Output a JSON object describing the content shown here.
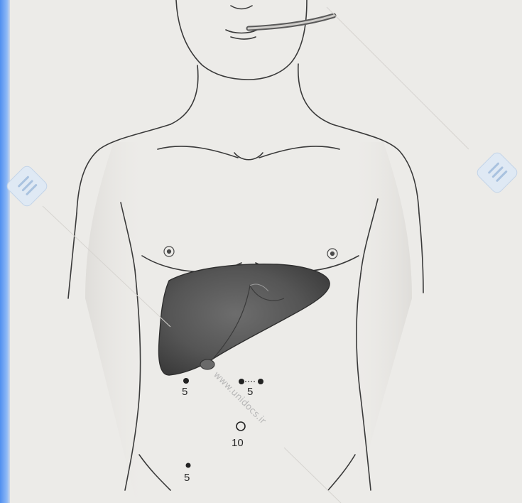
{
  "illustration": {
    "subject": "anatomical drawing of male torso with liver and laparoscopic port sites",
    "ports": [
      {
        "label": "5"
      },
      {
        "label": "5"
      },
      {
        "label": "10"
      },
      {
        "label": "5"
      }
    ],
    "watermark": {
      "text": "www.unidocs.ir",
      "logo": "unidocs-logo-icon"
    },
    "colors": {
      "liver": "#5e5e5e",
      "paper": "#ecebe8",
      "ink": "#3a3a3a",
      "frame": "#4f8ff0"
    }
  }
}
